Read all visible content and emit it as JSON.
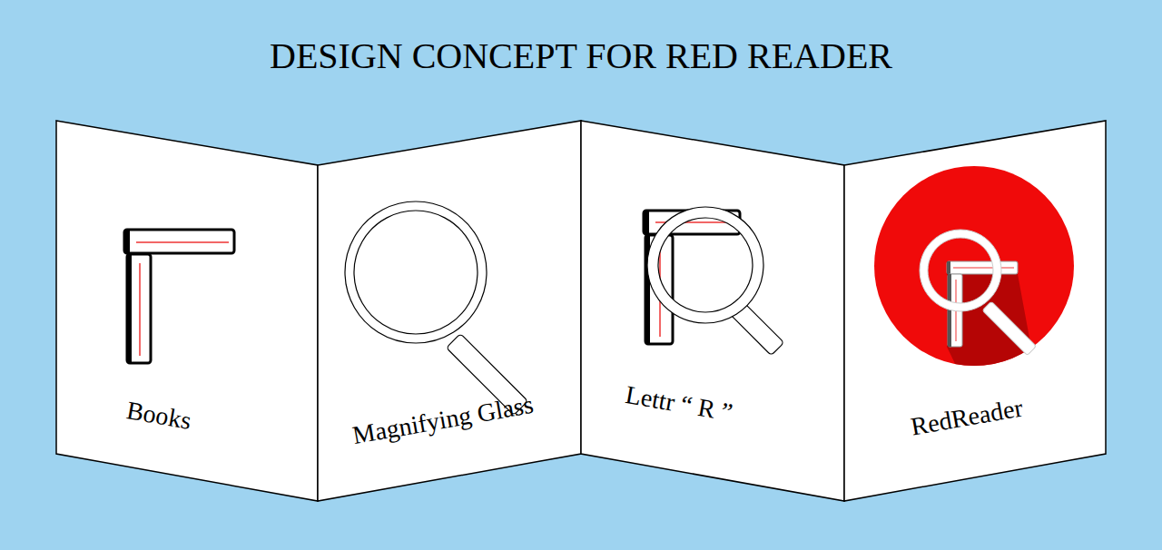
{
  "diagram": {
    "title": "DESIGN CONCEPT FOR RED READER",
    "nodes": [
      {
        "text": [
          "Books"
        ]
      },
      {
        "text": [
          "Magnifying Glass"
        ]
      },
      {
        "text": [
          "Lettr “ R ”"
        ]
      },
      {
        "text": [
          "RedReader"
        ]
      }
    ]
  }
}
